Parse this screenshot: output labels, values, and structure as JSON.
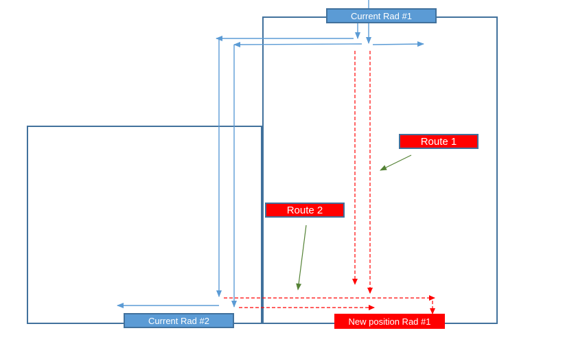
{
  "labels": {
    "current_rad_1": "Current Rad #1",
    "current_rad_2": "Current Rad #2",
    "new_position_rad_1": "New position Rad #1",
    "route_1": "Route 1",
    "route_2": "Route 2"
  },
  "colors": {
    "room_outline": "#41719c",
    "pipe_blue": "#5b9bd5",
    "route_red": "#ff0000",
    "pointer_green": "#548235"
  }
}
